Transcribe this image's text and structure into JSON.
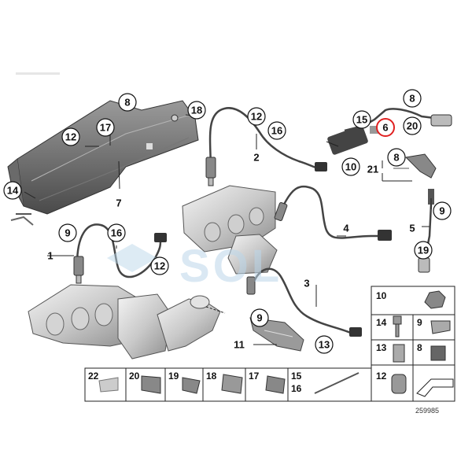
{
  "callouts": {
    "c8_top": "8",
    "c18": "18",
    "c17": "17",
    "c12_shield": "12",
    "c14": "14",
    "c7": "7",
    "c12_sensor2": "12",
    "c16_sensor2": "16",
    "c2": "2",
    "c15": "15",
    "c6": "6",
    "c8_right": "8",
    "c20": "20",
    "c10_mid": "10",
    "c21": "21",
    "c8_bracket": "8",
    "c4": "4",
    "c9_right": "9",
    "c5": "5",
    "c19": "19",
    "c9_left": "9",
    "c16_left": "16",
    "c1": "1",
    "c12_left": "12",
    "c3": "3",
    "c9_mid": "9",
    "c11": "11",
    "c13_mid": "13"
  },
  "parts_grid": {
    "r1": [
      "10"
    ],
    "r2": [
      "14",
      "9"
    ],
    "r3": [
      "13",
      "8"
    ],
    "r4": [
      "12"
    ],
    "bottom": [
      "22",
      "20",
      "19",
      "18",
      "17"
    ],
    "bottom_stack": [
      "15",
      "16"
    ]
  },
  "watermark": "SOL",
  "catalog_id": "259985",
  "highlight_color": "#e02020"
}
